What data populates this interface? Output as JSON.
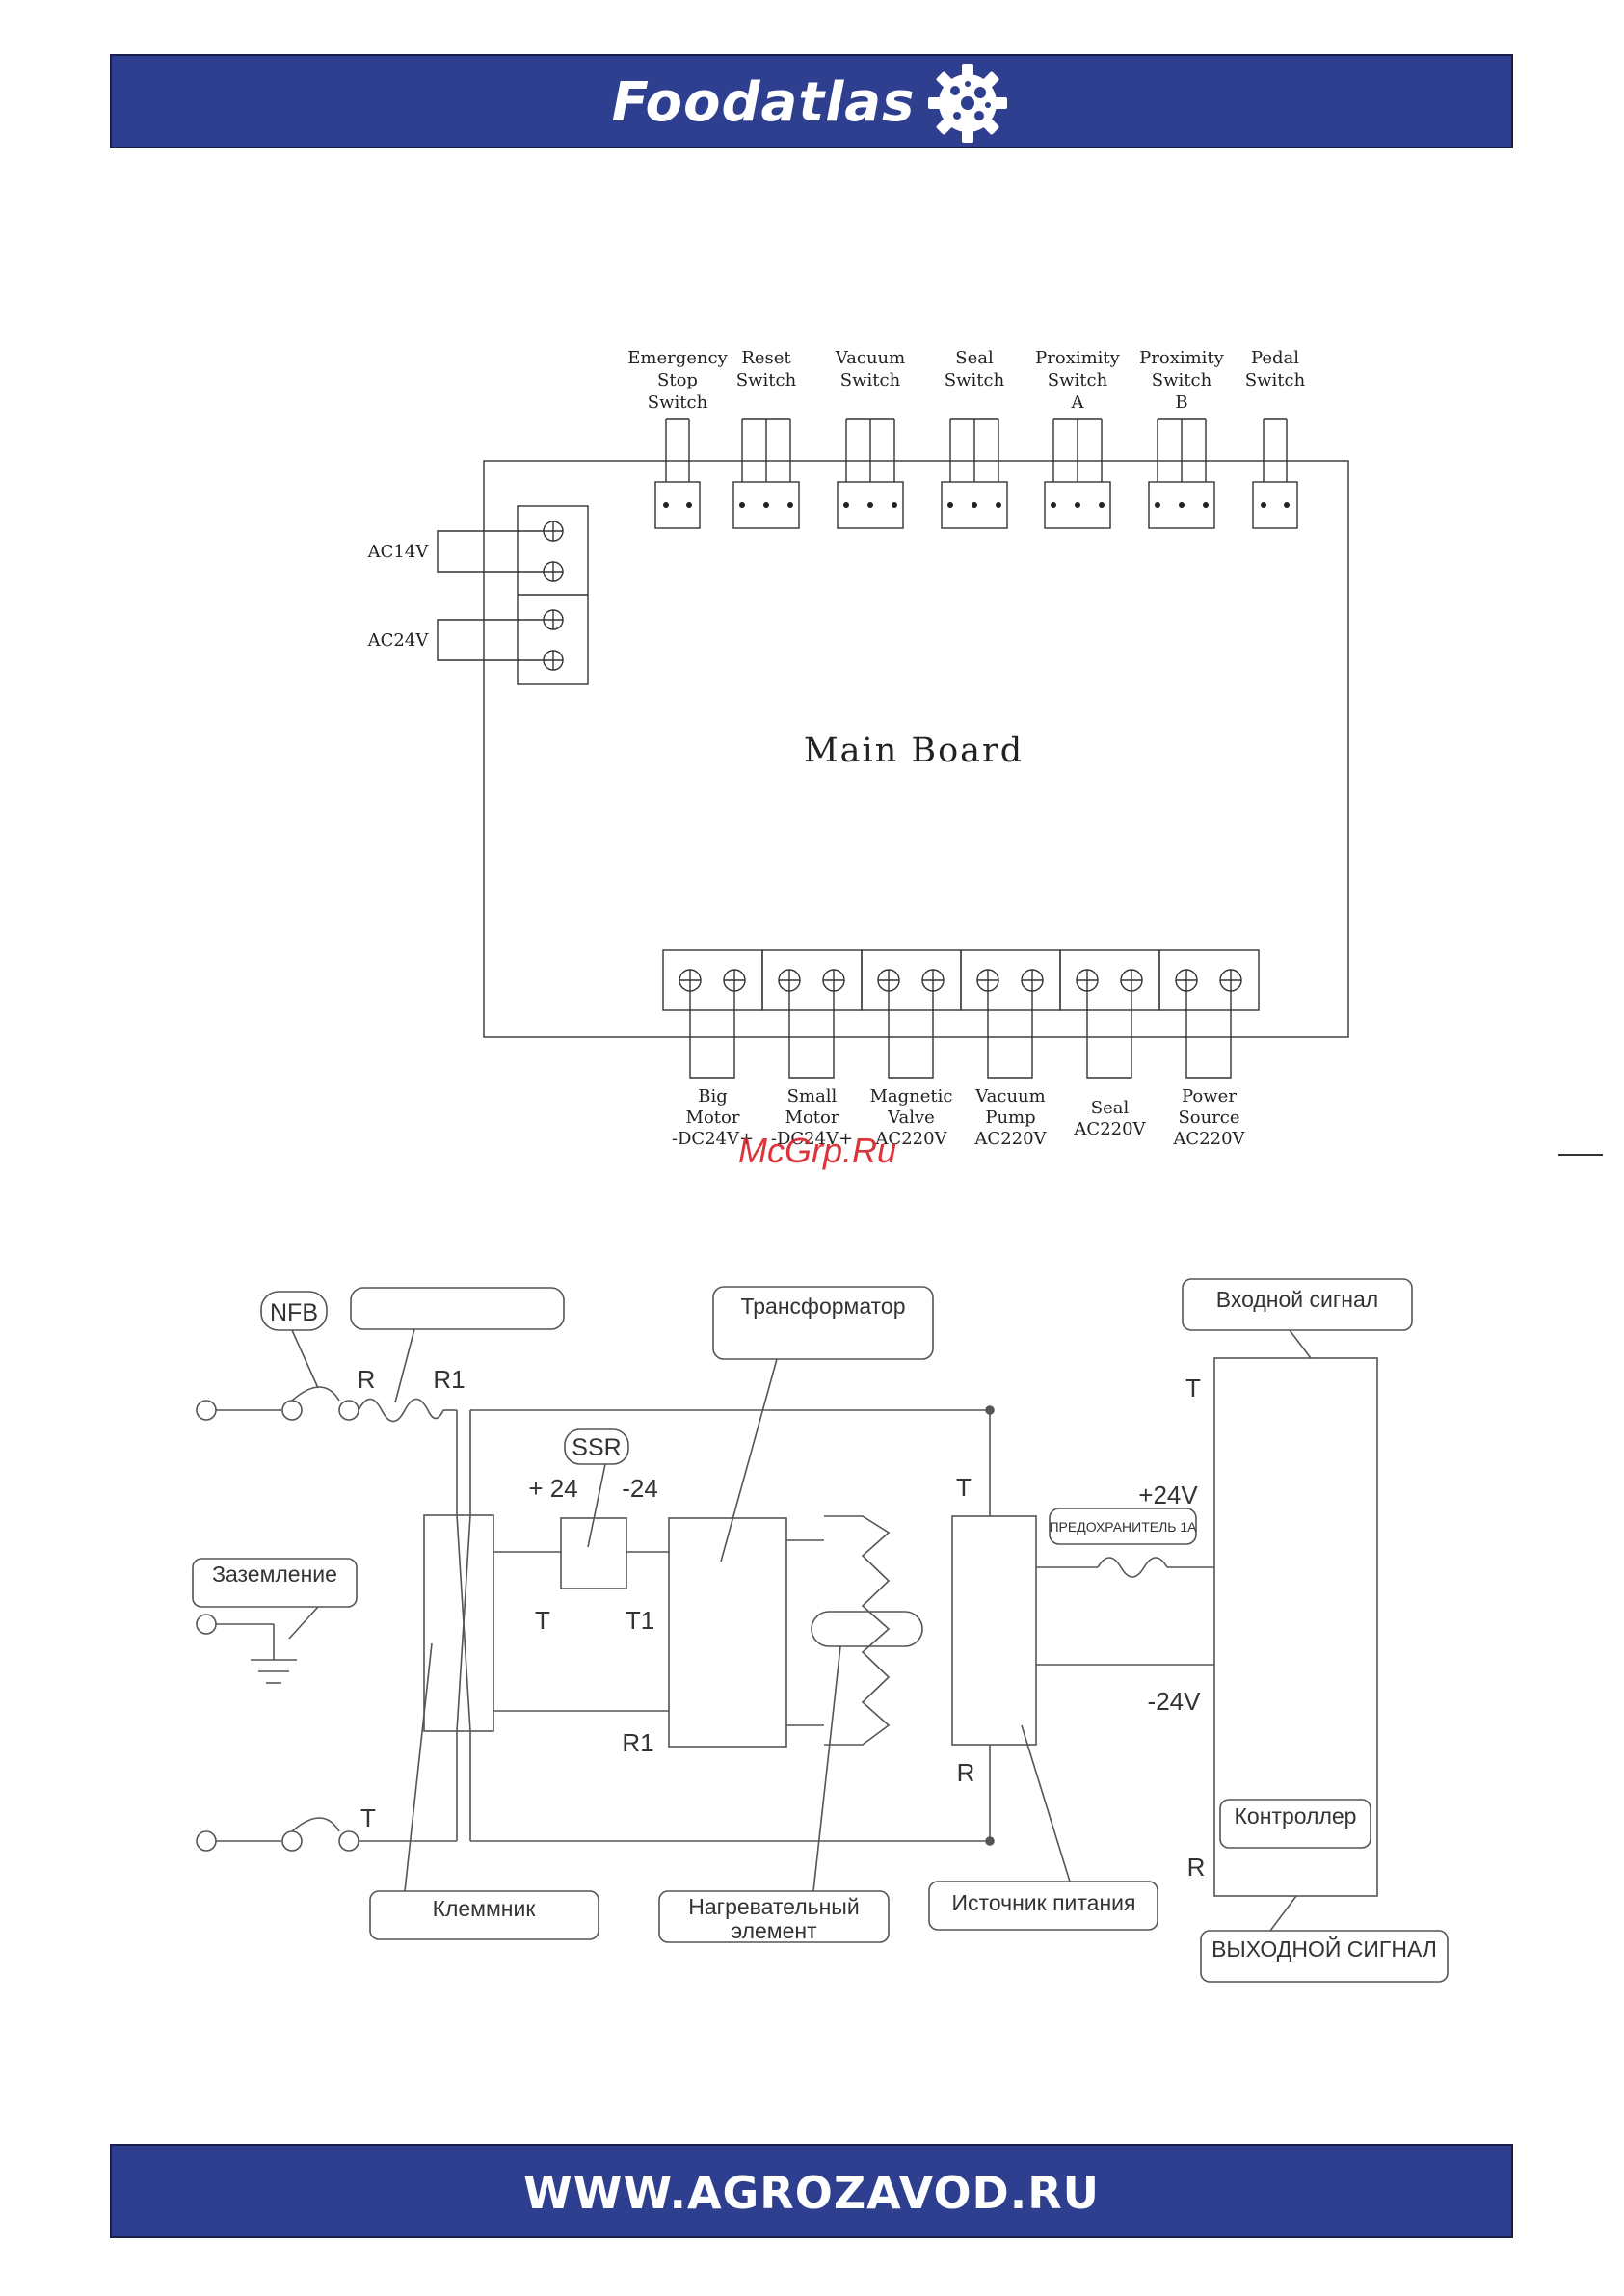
{
  "header": {
    "brand": "Foodatlas"
  },
  "footer": {
    "url": "WWW.AGROZAVOD.RU"
  },
  "watermark": "McGrp.Ru",
  "board": {
    "title": "Main Board",
    "top_connectors": [
      {
        "lines": [
          "Emergency",
          "Stop",
          "Switch"
        ],
        "pins": 2
      },
      {
        "lines": [
          "Reset",
          "Switch"
        ],
        "pins": 3
      },
      {
        "lines": [
          "Vacuum",
          "Switch"
        ],
        "pins": 3
      },
      {
        "lines": [
          "Seal",
          "Switch"
        ],
        "pins": 3
      },
      {
        "lines": [
          "Proximity",
          "Switch",
          "A"
        ],
        "pins": 3
      },
      {
        "lines": [
          "Proximity",
          "Switch",
          "B"
        ],
        "pins": 3
      },
      {
        "lines": [
          "Pedal",
          "Switch"
        ],
        "pins": 2
      }
    ],
    "left_terminals": [
      {
        "label": "AC14V"
      },
      {
        "label": "AC24V"
      }
    ],
    "bottom_terminals": [
      {
        "lines": [
          "Big",
          "Motor",
          "-DC24V+"
        ]
      },
      {
        "lines": [
          "Small",
          "Motor",
          "-DC24V+"
        ]
      },
      {
        "lines": [
          "Magnetic",
          "Valve",
          "AC220V"
        ]
      },
      {
        "lines": [
          "Vacuum",
          "Pump",
          "AC220V"
        ]
      },
      {
        "lines": [
          "Seal",
          "AC220V"
        ]
      },
      {
        "lines": [
          "Power",
          "Source",
          "AC220V"
        ]
      }
    ]
  },
  "circuit": {
    "nfb": "NFB",
    "ssr": "SSR",
    "r": "R",
    "r1": "R1",
    "t": "T",
    "t1": "T1",
    "plus24": "+ 24",
    "minus24": "-24",
    "plus24v": "+24V",
    "minus24v": "-24V",
    "fuse": "ПРЕДОХРАНИТЕЛЬ 1А",
    "transformer": "Трансформатор",
    "input_signal": "Входной сигнал",
    "ground": "Заземление",
    "terminal_block": "Клеммник",
    "heater_line1": "Нагревательный",
    "heater_line2": "элемент",
    "power_supply": "Источник питания",
    "controller": "Контроллер",
    "output_signal": "ВЫХОДНОЙ СИГНАЛ",
    "empty_label": ""
  }
}
